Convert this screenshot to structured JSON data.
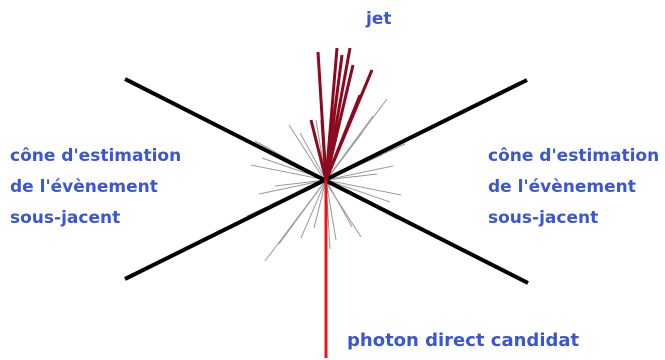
{
  "colors": {
    "label": "#3a56d4",
    "cone_boundary": "#000000",
    "jet_track": "#8b0a1f",
    "photon": "#e8141e",
    "soft_track": "#9a9a9a"
  },
  "labels": {
    "jet": "jet",
    "photon": "photon direct candidat",
    "cone_left": [
      "cône d'estimation",
      "de l'évènement",
      "sous-jacent"
    ],
    "cone_right": [
      "cône d'estimation",
      "de l'évènement",
      "sous-jacent"
    ]
  },
  "elements": {
    "cone_boundaries": 2,
    "jet_tracks": 9,
    "soft_tracks": 16,
    "photon_tracks": 1
  }
}
